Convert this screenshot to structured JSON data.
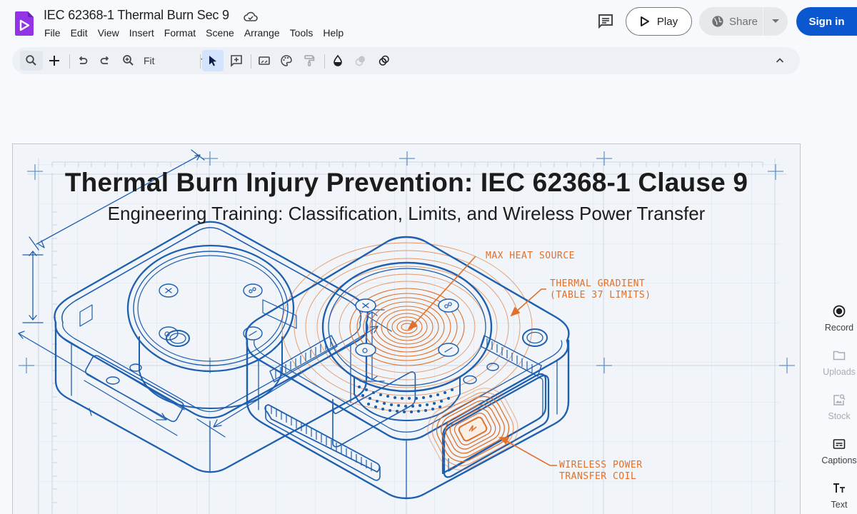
{
  "app": {
    "document_title": "IEC 62368-1 Thermal Burn Sec 9",
    "menu": [
      "File",
      "Edit",
      "View",
      "Insert",
      "Format",
      "Scene",
      "Arrange",
      "Tools",
      "Help"
    ]
  },
  "header_actions": {
    "play_label": "Play",
    "share_label": "Share",
    "signin_label": "Sign in"
  },
  "toolbar": {
    "zoom_value": "Fit",
    "tools": [
      "search",
      "add",
      "undo",
      "redo",
      "zoom-in",
      "zoom-fit-dropdown",
      "select",
      "add-comment",
      "background",
      "theme",
      "paint-format",
      "fill-color",
      "opacity",
      "mask"
    ],
    "active_tool": "select"
  },
  "slide": {
    "title": "Thermal Burn Injury Prevention: IEC 62368-1 Clause 9",
    "subtitle": "Engineering Training: Classification, Limits, and Wireless Power Transfer",
    "callouts": {
      "max_heat": "MAX HEAT SOURCE",
      "gradient_line1": "THERMAL GRADIENT",
      "gradient_line2": "(TABLE 37 LIMITS)",
      "coil_line1": "WIRELESS POWER",
      "coil_line2": "TRANSFER COIL"
    },
    "colors": {
      "blueprint_line": "#1f5fb0",
      "heat_orange": "#e0702a",
      "grid": "#dbe4ef"
    }
  },
  "side_panel": {
    "items": [
      {
        "label": "Record",
        "enabled": true
      },
      {
        "label": "Uploads",
        "enabled": false
      },
      {
        "label": "Stock",
        "enabled": false
      },
      {
        "label": "Captions",
        "enabled": true
      },
      {
        "label": "Text",
        "enabled": true
      }
    ]
  }
}
